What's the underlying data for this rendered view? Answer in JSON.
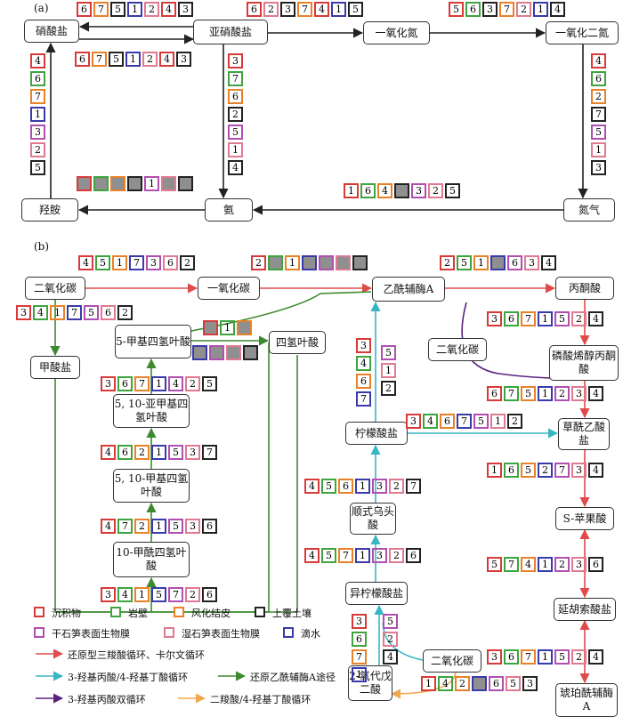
{
  "part_a": {
    "label": "(a)",
    "nodes": {
      "nitrate": "硝酸盐",
      "nitrite": "亚硝酸盐",
      "nitric_oxide": "一氧化氮",
      "nitrous_oxide": "一氧化二氮",
      "hydroxylamine": "羟胺",
      "ammonia": "氨",
      "nitrogen": "氮气"
    }
  },
  "part_b": {
    "label": "(b)",
    "nodes": {
      "co2_left": "二氧化碳",
      "co": "一氧化碳",
      "acetyl_coa": "乙酰辅酶A",
      "pyruvate": "丙酮酸",
      "formate": "甲酸盐",
      "thf": "四氢叶酸",
      "methyl_thf": "5-甲基四氢叶酸",
      "methylene_thf": "5, 10-亚甲基四氢叶酸",
      "methenyl_thf": "5, 10-甲基四氢叶酸",
      "formyl_thf": "10-甲酰四氢叶酸",
      "co2_mid": "二氧化碳",
      "pep": "磷酸烯醇丙酮酸",
      "citrate": "柠檬酸盐",
      "oxaloacetate": "草酰乙酸盐",
      "cis_aconitate": "顺式乌头酸",
      "malate": "S-苹果酸",
      "isocitrate": "异柠檬酸盐",
      "fumarate": "延胡索酸盐",
      "co2_bottom": "二氧化碳",
      "oxoglutarate": "2-氧代戊二酸",
      "succinyl_coa": "琥珀酰辅酶A"
    },
    "legend": {
      "sediment": "沉积物",
      "rock_wall": "岩壁",
      "weathering_crust": "风化结皮",
      "overlying_soil": "上覆土壤",
      "dry_stalagmite": "干石笋表面生物膜",
      "wet_stalagmite": "湿石笋表面生物膜",
      "drip_water": "滴水",
      "rtca": "还原型三羧酸循环、卡尔文循环",
      "hp_hb": "3-羟基丙酸/4-羟基丁酸循环",
      "wl": "还原乙酰辅酶A途径",
      "bicycle": "3-羟基丙酸双循环",
      "dc_hb": "二羧酸/4-羟基丁酸循环"
    }
  },
  "colors": {
    "1": "#d63838",
    "2": "#222222",
    "3": "#b04fb0",
    "4": "#e05050",
    "5": "#d0d0d0",
    "6": "#43a843",
    "7": "#e8822a",
    "0": "#555555",
    "fill_8": "#8f8f8f",
    "arrow_black": "#222222",
    "arrow_red": "#e04a4a",
    "arrow_teal": "#39b5c4",
    "arrow_green": "#3d8a2e",
    "arrow_purple": "#5b2280",
    "arrow_orange": "#f0a850"
  }
}
